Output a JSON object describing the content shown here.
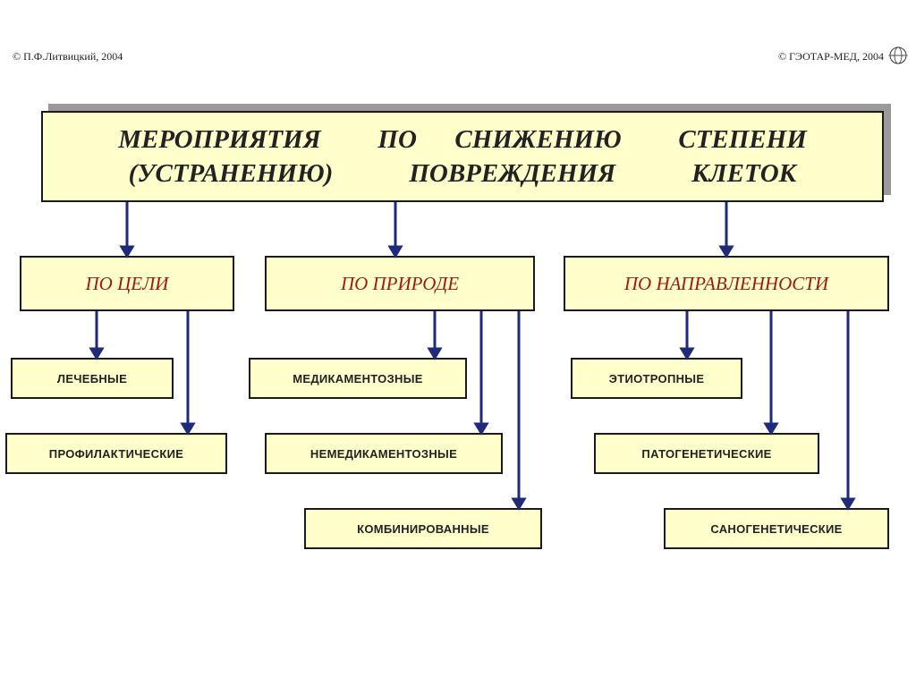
{
  "header": {
    "copyright_left": "© П.Ф.Литвицкий, 2004",
    "copyright_right": "© ГЭОТАР-МЕД, 2004"
  },
  "title": {
    "line1": "МЕРОПРИЯТИЯ   ПО  СНИЖЕНИЮ   СТЕПЕНИ",
    "line2": "(УСТРАНЕНИЮ)    ПОВРЕЖДЕНИЯ    КЛЕТОК"
  },
  "categories": {
    "goal": "ПО ЦЕЛИ",
    "nature": "ПО ПРИРОДЕ",
    "direction": "ПО НАПРАВЛЕННОСТИ"
  },
  "leaves": {
    "therapeutic": "ЛЕЧЕБНЫЕ",
    "preventive": "ПРОФИЛАКТИЧЕСКИЕ",
    "medicinal": "МЕДИКАМЕНТОЗНЫЕ",
    "non_medicinal": "НЕМЕДИКАМЕНТОЗНЫЕ",
    "combined": "КОМБИНИРОВАННЫЕ",
    "etiotropic": "ЭТИОТРОПНЫЕ",
    "pathogenetic": "ПАТОГЕНЕТИЧЕСКИЕ",
    "sanogenetic": "САНОГЕНЕТИЧЕСКИЕ"
  },
  "colors": {
    "box_fill": "#ffffcc",
    "category_text": "#a01818",
    "arrow": "#1f2a7a"
  }
}
